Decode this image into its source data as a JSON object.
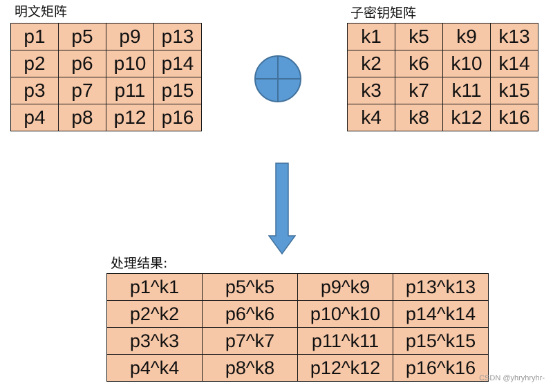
{
  "labels": {
    "plaintext": "明文矩阵",
    "subkey": "子密钥矩阵",
    "result": "处理结果:"
  },
  "plaintext_matrix": [
    [
      "p1",
      "p5",
      "p9",
      "p13"
    ],
    [
      "p2",
      "p6",
      "p10",
      "p14"
    ],
    [
      "p3",
      "p7",
      "p11",
      "p15"
    ],
    [
      "p4",
      "p8",
      "p12",
      "p16"
    ]
  ],
  "subkey_matrix": [
    [
      "k1",
      "k5",
      "k9",
      "k13"
    ],
    [
      "k2",
      "k6",
      "k10",
      "k14"
    ],
    [
      "k3",
      "k7",
      "k11",
      "k15"
    ],
    [
      "k4",
      "k8",
      "k12",
      "k16"
    ]
  ],
  "result_matrix": [
    [
      "p1^k1",
      "p5^k5",
      "p9^k9",
      "p13^k13"
    ],
    [
      "p2^k2",
      "p6^k6",
      "p10^k10",
      "p14^k14"
    ],
    [
      "p3^k3",
      "p7^k7",
      "p11^k11",
      "p15^k15"
    ],
    [
      "p4^k4",
      "p8^k8",
      "p12^k12",
      "p16^k16"
    ]
  ],
  "watermark": "CSDN @yhryhryhr-",
  "colors": {
    "cell_fill": "#F7C8A8",
    "symbol_fill": "#5B9BD5",
    "symbol_stroke": "#41719C"
  },
  "icons": {
    "operator": "xor-circle-plus-icon",
    "flow": "down-arrow-icon"
  }
}
